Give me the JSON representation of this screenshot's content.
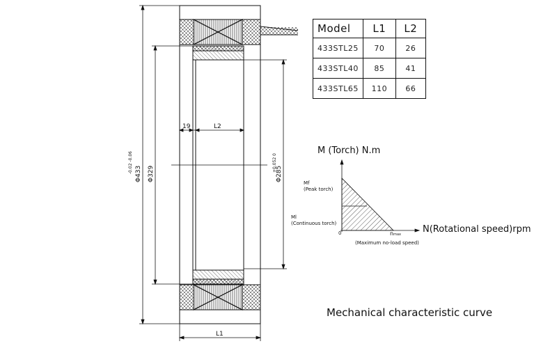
{
  "table": {
    "headers": [
      "Model",
      "L1",
      "L2"
    ],
    "rows": [
      {
        "model": "433STL25",
        "l1": "70",
        "l2": "26"
      },
      {
        "model": "433STL40",
        "l1": "85",
        "l2": "41"
      },
      {
        "model": "433STL65",
        "l1": "110",
        "l2": "66"
      }
    ]
  },
  "drawing": {
    "dim_outer_base": "Φ433",
    "dim_outer_tol": "-0.02 -0.06",
    "dim_inner_bore": "Φ329",
    "dim_shaft_base": "Φ285",
    "dim_shaft_tol": "+0.052 0",
    "dim_19": "19",
    "dim_l2": "L2",
    "dim_l1": "L1"
  },
  "curve": {
    "y_axis_label": "M (Torch) N.m",
    "x_axis_label": "N(Rotational speed)rpm",
    "mf_label": "Mf",
    "mf_sub": "(Peak torch)",
    "ml_label": "Ml",
    "ml_sub": "(Continuous torch)",
    "origin": "0",
    "nmax_label": "n",
    "nmax_sub": "max",
    "nmax_desc": "(Maximum no-load speed)",
    "caption": "Mechanical characteristic curve"
  },
  "colors": {
    "line": "#111111",
    "background": "#ffffff"
  }
}
